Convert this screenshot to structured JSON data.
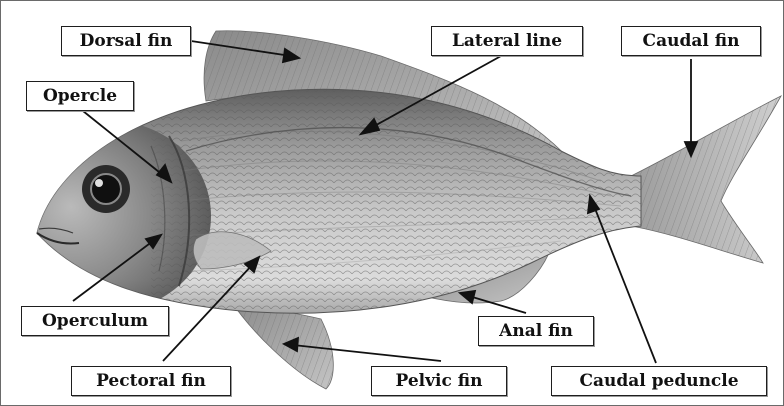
{
  "labels": {
    "dorsal_fin": "Dorsal fin",
    "lateral_line": "Lateral line",
    "caudal_fin": "Caudal fin",
    "opercle": "Opercle",
    "operculum": "Operculum",
    "pectoral_fin": "Pectoral fin",
    "pelvic_fin": "Pelvic fin",
    "anal_fin": "Anal fin",
    "caudal_peduncle": "Caudal peduncle"
  },
  "colors": {
    "label_border": "#1e1e1e",
    "arrow": "#111111",
    "fish_body_light": "#d6d6d6",
    "fish_body_dark": "#6e6e6e"
  }
}
